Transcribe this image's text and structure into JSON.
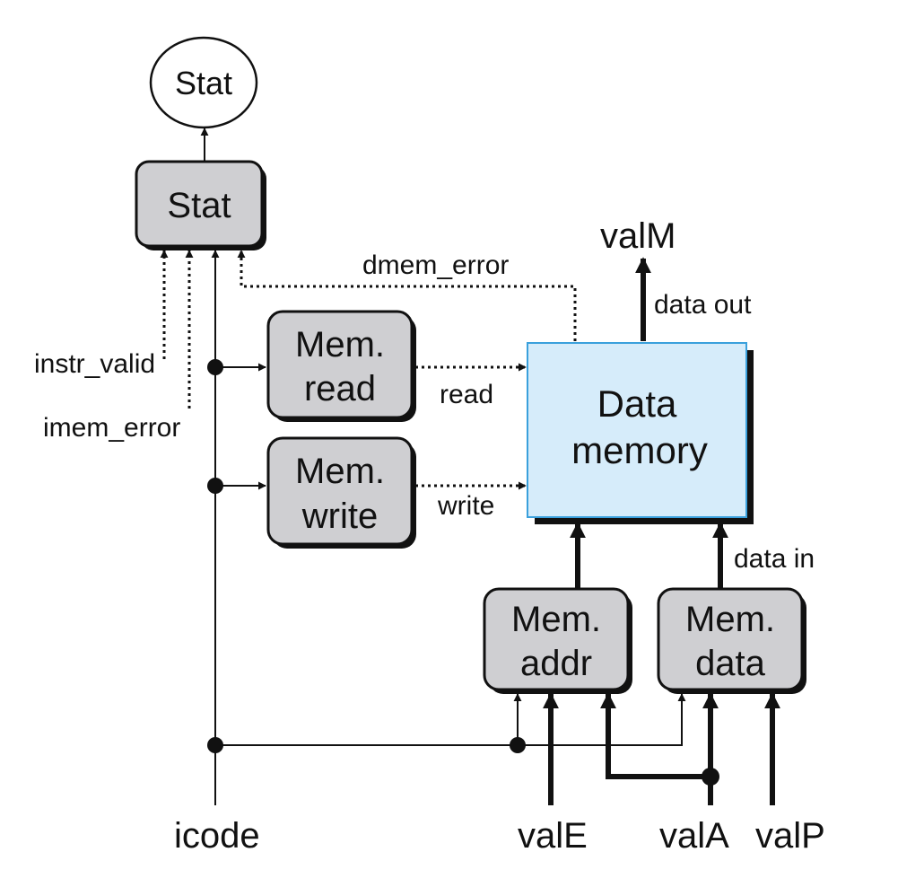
{
  "nodes": {
    "stat_output": "Stat",
    "stat_block": "Stat",
    "mem_read": [
      "Mem.",
      "read"
    ],
    "mem_write": [
      "Mem.",
      "write"
    ],
    "data_memory": [
      "Data",
      "memory"
    ],
    "mem_addr": [
      "Mem.",
      "addr"
    ],
    "mem_data": [
      "Mem.",
      "data"
    ]
  },
  "signals": {
    "valM": "valM",
    "data_out": "data out",
    "dmem_error": "dmem_error",
    "instr_valid": "instr_valid",
    "imem_error": "imem_error",
    "read": "read",
    "write": "write",
    "data_in": "data in",
    "icode": "icode",
    "valE": "valE",
    "valA": "valA",
    "valP": "valP"
  },
  "colors": {
    "block_fill": "#cfcfd2",
    "memory_fill": "#d6ecfa",
    "memory_border": "#3aa0dc",
    "line": "#111111"
  }
}
